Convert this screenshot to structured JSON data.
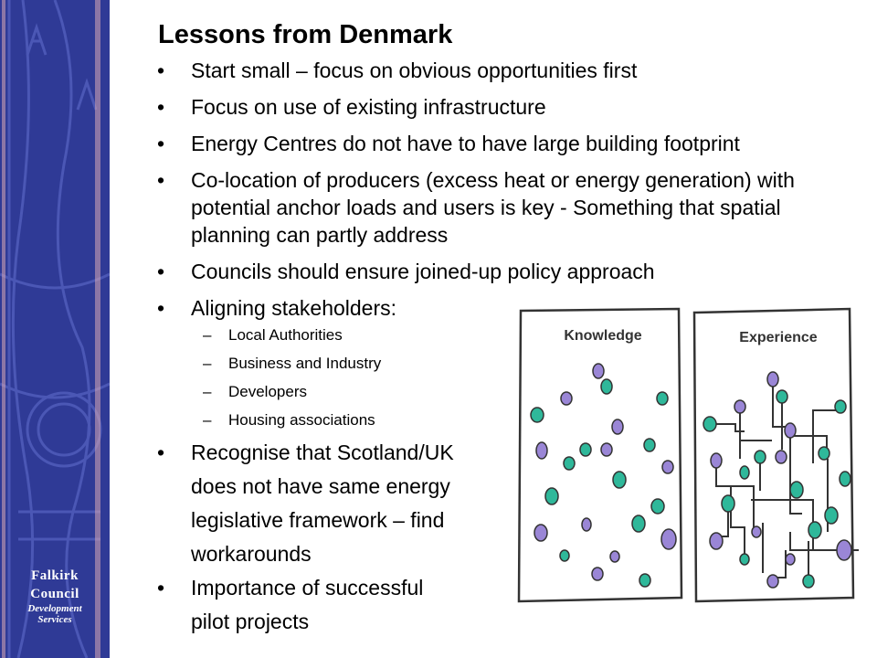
{
  "slide": {
    "title": "Lessons from Denmark",
    "bullets": [
      {
        "text": "Start small – focus on obvious opportunities first"
      },
      {
        "text": "Focus on use of existing infrastructure"
      },
      {
        "text": "Energy Centres do not have to have large building footprint"
      },
      {
        "text": "Co-location of producers (excess heat or energy generation) with potential anchor loads and users is key - Something that spatial planning can partly address"
      },
      {
        "text": "Councils should ensure joined-up policy approach"
      },
      {
        "text": "Aligning stakeholders:"
      }
    ],
    "sub_bullets": [
      "Local Authorities",
      "Business and Industry",
      "Developers",
      "Housing associations"
    ],
    "bullet_recognise": "Recognise that Scotland/UK",
    "recognise_cont": [
      "does not have same energy",
      "legislative framework – find",
      "workarounds"
    ],
    "bullet_pilot": "Importance of successful",
    "pilot_cont": "pilot projects",
    "dash": "–"
  },
  "illustration": {
    "left_label": "Knowledge",
    "right_label": "Experience",
    "colors": {
      "teal": "#2fb89a",
      "purple": "#9a86d6",
      "stroke": "#333333"
    }
  },
  "branding": {
    "line1": "Falkirk",
    "line2": "Council",
    "line3": "Development",
    "line4": "Services",
    "banner_color": "#2f3a96"
  }
}
